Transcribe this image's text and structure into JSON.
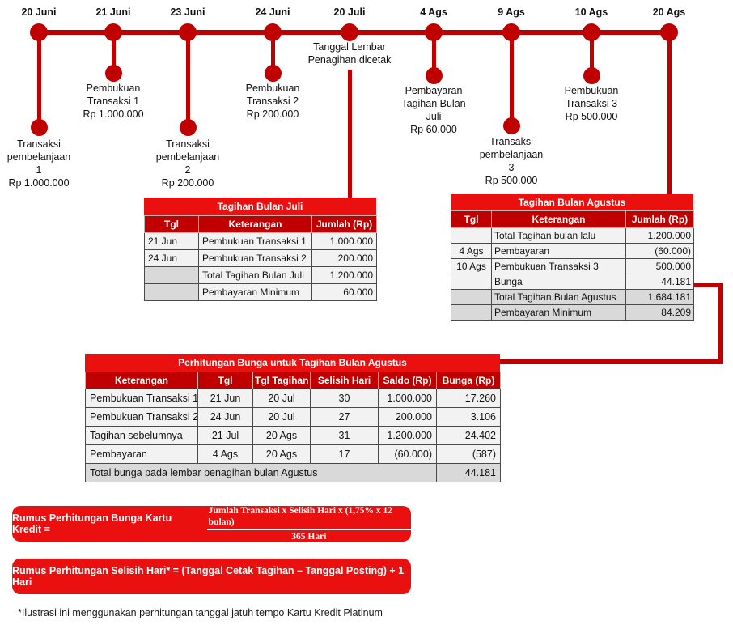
{
  "colors": {
    "accent_bright": "#EB1010",
    "accent_dark": "#C00000",
    "row_light": "#F2F2F2",
    "row_gray": "#D9D9D9"
  },
  "timeline": {
    "events": [
      {
        "date": "20 Juni",
        "label": "Transaksi\npembelanjaan\n1\nRp 1.000.000"
      },
      {
        "date": "21 Juni",
        "label": "Pembukuan\nTransaksi 1\nRp 1.000.000"
      },
      {
        "date": "23 Juni",
        "label": "Transaksi\npembelanjaan\n2\nRp 200.000"
      },
      {
        "date": "24 Juni",
        "label": "Pembukuan\nTransaksi 2\nRp 200.000"
      },
      {
        "date": "20 Juli",
        "label": "Tanggal Lembar\nPenagihan dicetak"
      },
      {
        "date": "4 Ags",
        "label": "Pembayaran\nTagihan Bulan\nJuli\nRp 60.000"
      },
      {
        "date": "9 Ags",
        "label": "Transaksi\npembelanjaan\n3\nRp 500.000"
      },
      {
        "date": "10 Ags",
        "label": "Pembukuan\nTransaksi 3\nRp 500.000"
      },
      {
        "date": "20 Ags",
        "label": ""
      }
    ]
  },
  "tables": {
    "juli": {
      "title": "Tagihan Bulan Juli",
      "headers": [
        "Tgl",
        "Keterangan",
        "Jumlah (Rp)"
      ],
      "rows": [
        [
          "21 Jun",
          "Pembukuan Transaksi 1",
          "1.000.000"
        ],
        [
          "24 Jun",
          "Pembukuan Transaksi 2",
          "200.000"
        ],
        [
          "",
          "Total Tagihan Bulan Juli",
          "1.200.000"
        ],
        [
          "",
          "Pembayaran Minimum",
          "60.000"
        ]
      ]
    },
    "agustus": {
      "title": "Tagihan Bulan Agustus",
      "headers": [
        "Tgl",
        "Keterangan",
        "Jumlah (Rp)"
      ],
      "rows": [
        [
          "",
          "Total Tagihan bulan lalu",
          "1.200.000"
        ],
        [
          "4 Ags",
          "Pembayaran",
          "(60.000)"
        ],
        [
          "10 Ags",
          "Pembukuan Transaksi 3",
          "500.000"
        ],
        [
          "",
          "Bunga",
          "44.181"
        ],
        [
          "",
          "Total Tagihan Bulan Agustus",
          "1.684.181"
        ],
        [
          "",
          "Pembayaran Minimum",
          "84.209"
        ]
      ]
    },
    "bunga": {
      "title": "Perhitungan Bunga untuk Tagihan Bulan Agustus",
      "headers": [
        "Keterangan",
        "Tgl",
        "Tgl Tagihan",
        "Selisih Hari",
        "Saldo (Rp)",
        "Bunga (Rp)"
      ],
      "rows": [
        [
          "Pembukuan Transaksi 1",
          "21 Jun",
          "20 Jul",
          "30",
          "1.000.000",
          "17.260"
        ],
        [
          "Pembukuan Transaksi 2",
          "24 Jun",
          "20 Jul",
          "27",
          "200.000",
          "3.106"
        ],
        [
          "Tagihan sebelumnya",
          "21 Jul",
          "20 Ags",
          "31",
          "1.200.000",
          "24.402"
        ],
        [
          "Pembayaran",
          "4 Ags",
          "20 Ags",
          "17",
          "(60.000)",
          "(587)"
        ]
      ],
      "footer_label": "Total bunga pada lembar penagihan bulan Agustus",
      "footer_value": "44.181"
    }
  },
  "formulas": {
    "bunga_label": "Rumus Perhitungan Bunga Kartu Kredit =",
    "bunga_numerator": "Jumlah Transaksi x Selisih Hari x (1,75% x 12 bulan)",
    "bunga_denominator": "365 Hari",
    "selisih": "Rumus Perhitungan Selisih Hari* = (Tanggal Cetak Tagihan – Tanggal Posting) + 1 Hari"
  },
  "footnote": "*Ilustrasi ini menggunakan perhitungan tanggal jatuh tempo Kartu Kredit Platinum"
}
